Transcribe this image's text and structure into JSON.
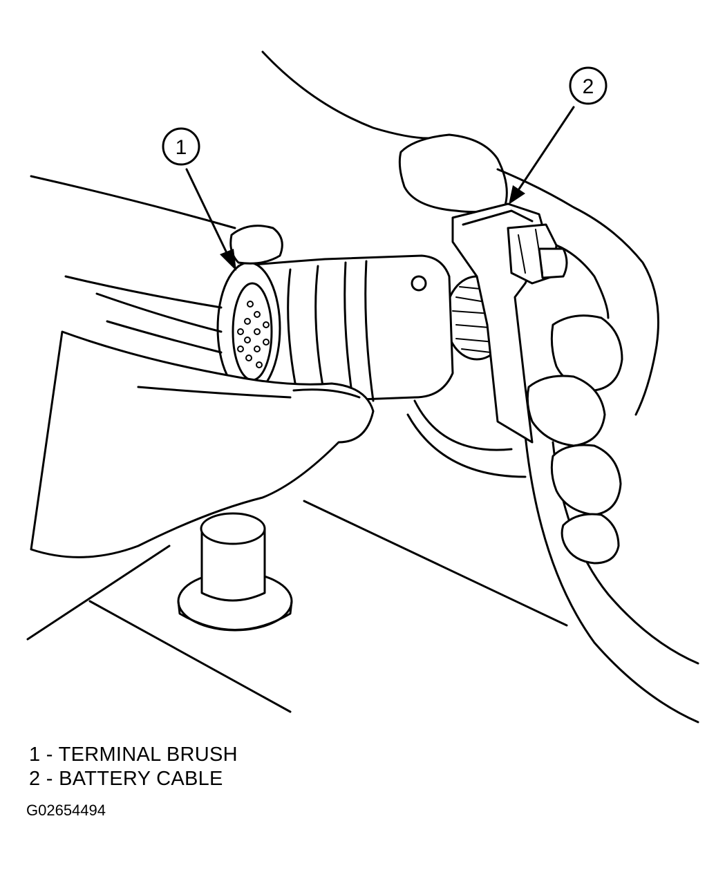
{
  "callouts": [
    {
      "number": "1",
      "label": "TERMINAL BRUSH"
    },
    {
      "number": "2",
      "label": "BATTERY CABLE"
    }
  ],
  "legend": {
    "line1": "1 - TERMINAL BRUSH",
    "line2": "2 - BATTERY CABLE"
  },
  "figure_id": "G02654494"
}
